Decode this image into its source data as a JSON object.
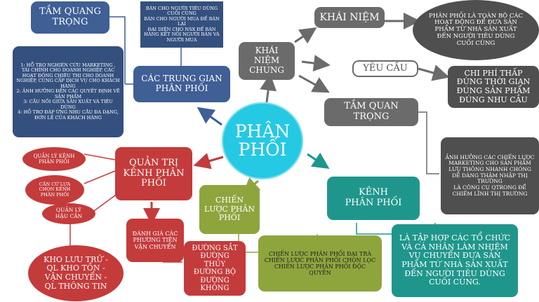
{
  "center": {
    "title": "PHÂN\nPHỐI"
  },
  "concept": {
    "title": "KHÁI\nNIỆM\nCHUNG",
    "definition_label": "KHÁI NIỆM",
    "definition_text": "PHÂN PHỐI LÀ TOÀN BỘ CÁC HOẠT ĐỘNG ĐỂ ĐƯA SẢN PHẨM TỪ NHÀ SẢN XUẤT ĐẾN NGƯỜI TIÊU DÙNG CUỐI CÙNG",
    "requirement_label": "YÊU CẦU",
    "requirement_text": "CHI PHÍ THẤP ĐÚNG THỜI GIAN ĐÚNG SẢN PHẨM ĐÚNG NHU CẦU",
    "importance_label": "TẦM QUAN\nTRỌNG",
    "importance_text": "ẢNH HƯỞNG CÁC CHIẾN LƯỢC MARKETING CHO SẢN PHẨM LƯU THÔNG NHANH CHÓNG DỄ DÀNG THÂM NHẬP THỊ TRƯỜNG\nLÀ CÔNG CỤ QTRONG ĐỂ CHIẾM LĨNH THỊ TRƯỜNG"
  },
  "intermediaries": {
    "title": "CÁC TRUNG GIAN\nPHÂN PHỐI",
    "kinds_text": "BÁN CHO NGƯỜI TIÊU DÙNG CUỐI CÙNG\nBÁN CHO NGƯỜI MUA ĐỂ BÁN LẠI\nĐẠI DIỆN CHO NSX ĐỂ BÁN HÀNG KẾT NỐI NGƯỜI BÁN VÀ NGƯỜI MUA",
    "importance_label": "TẦM QUANG\nTRỌNG",
    "importance_text": "1: HỖ TRỢ NGHIÊN CỨU MARKETING , TÀI CHÍNH CHO DOANH NGHIỆP, CÁC HOẠT ĐỘNG CHIÊU THỊ CHO DOANH NGHIỆP, CUNG CẤP DỊCH VỤ CHO KHÁCH HÀNG\n2: ẢNH HƯỞNG ĐẾN CÁC QUYẾT ĐỊNH VỀ SẢN PHẨM\n3: CẦU NỐI GIỮA SẢN XUẤT VÀ TIÊU DÙNG\n4: HỖ TRỢ ĐÁP ỨNG NHU CẦU ĐA DẠNG, ĐƠN LẺ CỦA KHÁCH HÀNG"
  },
  "management": {
    "title": "QUẢN TRỊ\nKÊNH PHÂN\nPHỐI",
    "item1": "QUẢN LÝ KÊNH PHÂN PHỐI",
    "item2": "CĂN CỨ LỰA CHỌN KÊNH PHÂN PHỐI",
    "item3": "QUẢN LÝ HẬU CẦN",
    "logistics": "KHO LƯU TRỮ - QL KHO TỒN -VẬN CHUYỂN - QL THÔNG TIN",
    "evaluation": "ĐÁNH GIÁ CÁC PHƯƠNG TIỆN VẬN CHUYỂN",
    "transport": "ĐƯỜNG SẮT ĐƯỜNG THỦY ĐƯỜNG BỘ ĐƯỜNG KHÔNG"
  },
  "strategy": {
    "title": "CHIẾN\nLƯỢC PHÂN\nPHỐI",
    "text": "CHIẾN LƯỢC PHÂN PHỐI ĐẠI TRÀ\nCHIẾN LƯỢC PHÂN PHỐI CHỌN LỌC\nCHIẾN LƯỢC PHÂN PHỐI ĐỘC QUYỀN"
  },
  "channel": {
    "title": "KÊNH\nPHÂN PHỐI",
    "text": "LÀ TẬP HỢP CÁC TỔ CHỨC VÀ CÁ NHÂN LÀM NHIỆM VỤ CHUYỂN ĐƯA SẢN PHẨM TỪ NHÀ SẢN XUẤT ĐẾN NGƯỜI TIÊU DÙNG CUỐI CÙNG."
  },
  "colors": {
    "center": "#25c9e3",
    "concept": "#6b6b6b",
    "intermediaries": "#3f5f95",
    "management": "#c43b3b",
    "strategy": "#8ea53e",
    "channel": "#1f968c"
  }
}
